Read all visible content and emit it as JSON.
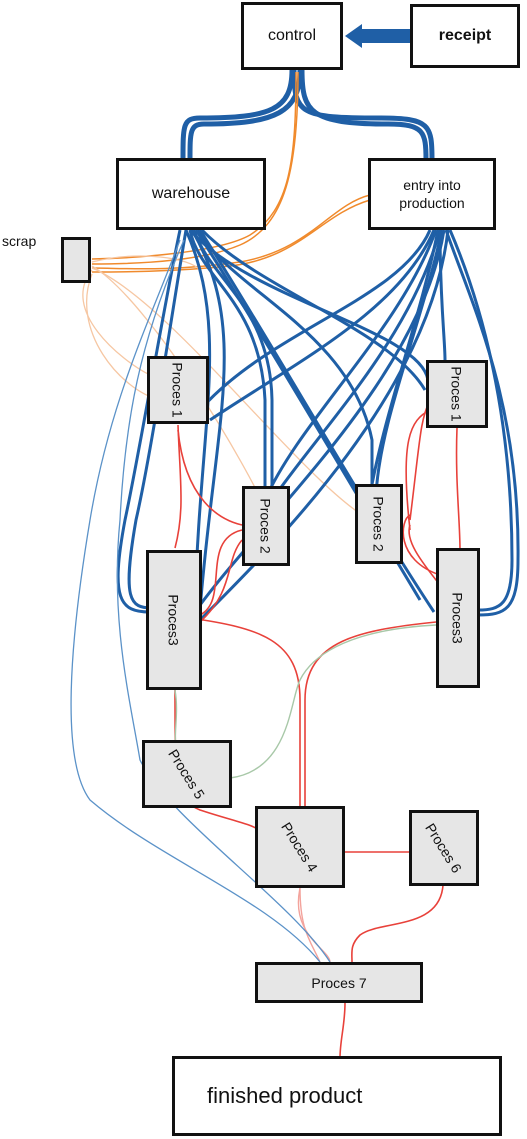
{
  "nodes": {
    "control": "control",
    "receipt": "receipt",
    "warehouse": "warehouse",
    "entry_line1": "entry into",
    "entry_line2": "production",
    "scrap": "scrap",
    "proces1": "Proces 1",
    "proces2": "Proces 2",
    "proces3": "Proces3",
    "proces4": "Proces 4",
    "proces5": "Proces 5",
    "proces6": "Proces 6",
    "proces7": "Proces 7",
    "finished": "finished product"
  },
  "colors": {
    "blue": "#1f5fa6",
    "light_blue": "#5b92c8",
    "orange": "#f08a2c",
    "light_orange": "#f6c7a3",
    "red": "#e8413a",
    "light_red": "#f3a39c",
    "green": "#a8c8a8"
  }
}
